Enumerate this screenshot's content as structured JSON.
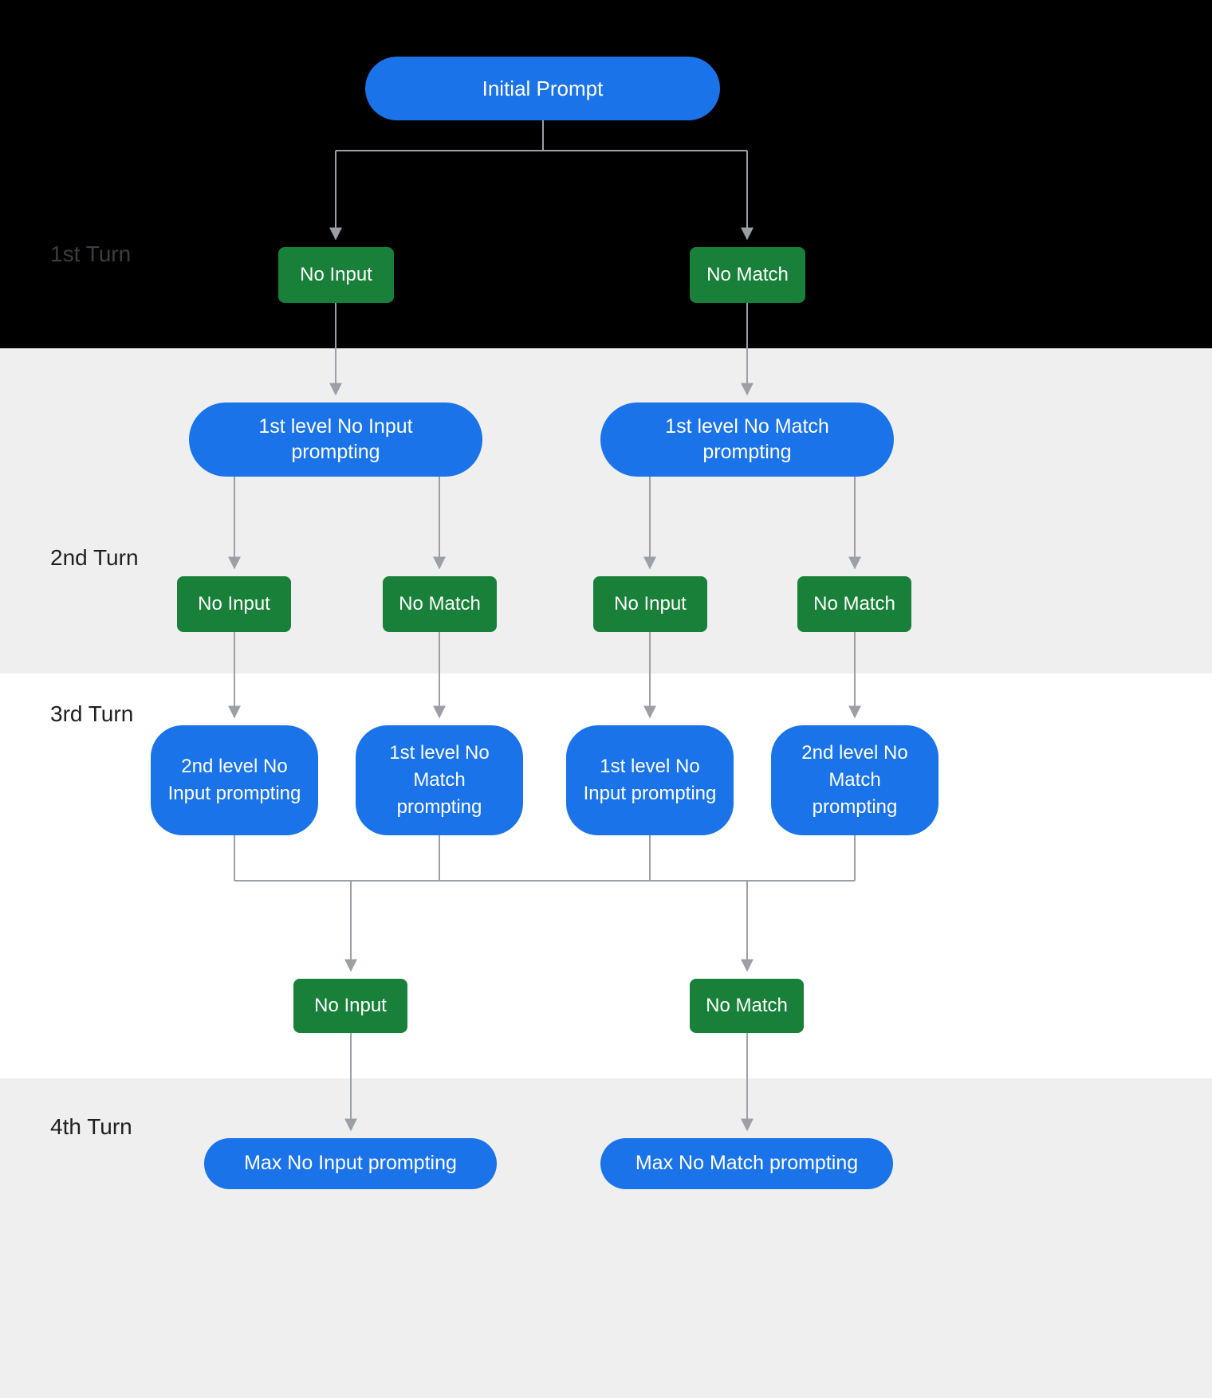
{
  "colors": {
    "prompt_blue": "#1a73e8",
    "event_green": "#188038",
    "band_black": "#000000",
    "band_gray": "#efefef",
    "band_white": "#ffffff",
    "connector_gray": "#9aa0a6"
  },
  "diagram": {
    "initial_node": "Initial Prompt",
    "turn_labels": [
      "1st Turn",
      "2nd Turn",
      "3rd Turn",
      "4th Turn"
    ],
    "turn1_events": [
      "No Input",
      "No Match"
    ],
    "level1_prompts": [
      "1st level No Input prompting",
      "1st level No Match prompting"
    ],
    "turn2_events": [
      "No Input",
      "No Match",
      "No Input",
      "No Match"
    ],
    "level2_prompts": [
      "2nd level No Input prompting",
      "1st level No Match prompting",
      "1st level No Input prompting",
      "2nd level No Match prompting"
    ],
    "turn3_events": [
      "No Input",
      "No Match"
    ],
    "final_prompts": [
      "Max No Input prompting",
      "Max No Match prompting"
    ]
  }
}
